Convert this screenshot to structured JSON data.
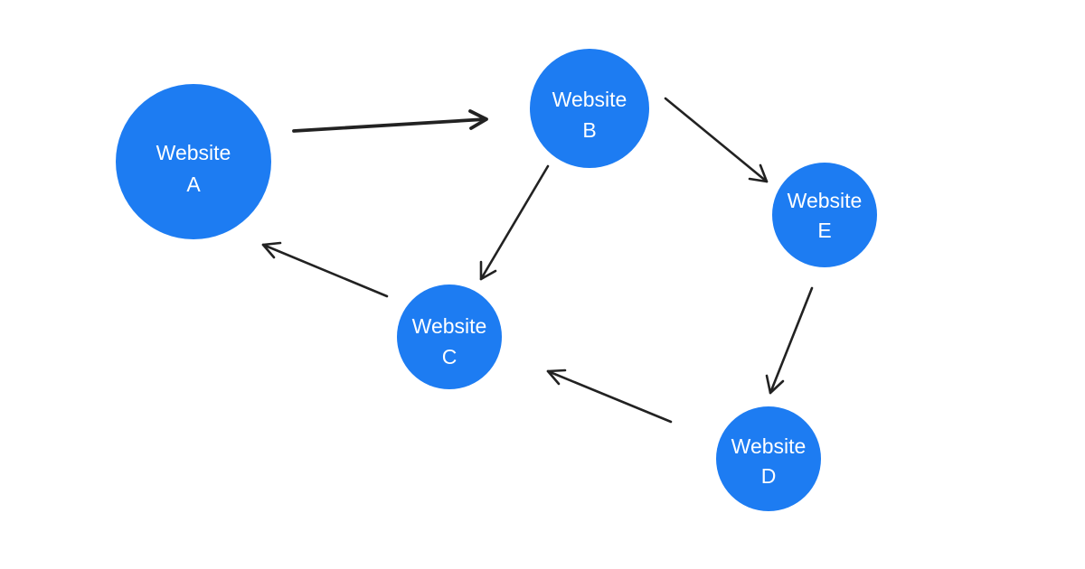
{
  "colors": {
    "node_fill": "#1d7cf2",
    "node_text": "#ffffff",
    "edge": "#222222",
    "background": "#ffffff"
  },
  "nodes": [
    {
      "id": "a",
      "line1": "Website",
      "line2": "A"
    },
    {
      "id": "b",
      "line1": "Website",
      "line2": "B"
    },
    {
      "id": "c",
      "line1": "Website",
      "line2": "C"
    },
    {
      "id": "d",
      "line1": "Website",
      "line2": "D"
    },
    {
      "id": "e",
      "line1": "Website",
      "line2": "E"
    }
  ],
  "edges": [
    {
      "from": "a",
      "to": "b"
    },
    {
      "from": "b",
      "to": "c"
    },
    {
      "from": "b",
      "to": "e"
    },
    {
      "from": "e",
      "to": "d"
    },
    {
      "from": "d",
      "to": "c"
    },
    {
      "from": "c",
      "to": "a"
    }
  ]
}
